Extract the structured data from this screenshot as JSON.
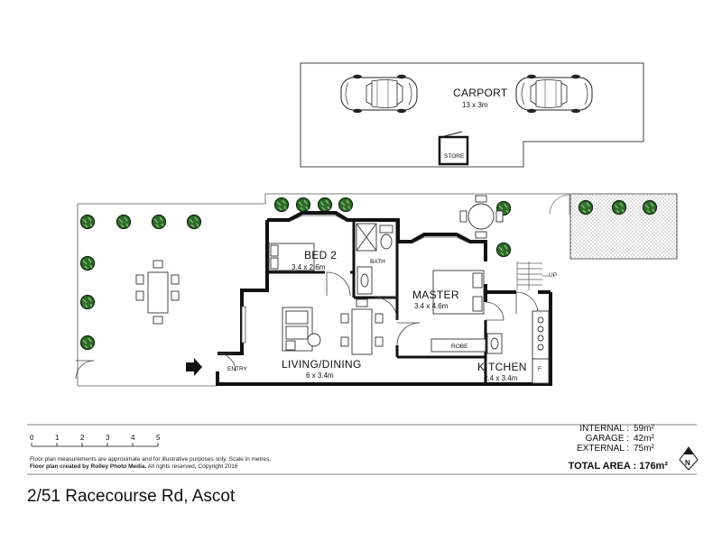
{
  "rooms": {
    "carport": {
      "name": "CARPORT",
      "dims": "13 x 3m"
    },
    "store": {
      "name": "STORE"
    },
    "bed2": {
      "name": "BED 2",
      "dims": "3.4 x 2.6m"
    },
    "bath": {
      "name": "BATH"
    },
    "master": {
      "name": "MASTER",
      "dims": "3.4 x 4.6m"
    },
    "robe": {
      "name": "ROBE"
    },
    "living": {
      "name": "LIVING/DINING",
      "dims": "6 x 3.4m"
    },
    "kitchen": {
      "name": "KITCHEN",
      "dims": "2.4 x 3.4m"
    },
    "entry": {
      "name": "ENTRY"
    },
    "up": {
      "name": "UP"
    },
    "fridge": {
      "name": "F"
    }
  },
  "scale": {
    "labels": [
      "0",
      "1",
      "2",
      "3",
      "4",
      "5"
    ]
  },
  "notes": {
    "disclaimer": "Floor plan measurements are approximate and for illustrative purposes only. Scale in metres.",
    "credit_bold": "Floor plan created by Rolley Photo Media.",
    "credit_rest": " All rights reserved, Copyright 2016"
  },
  "areas": [
    {
      "label": "INTERNAL :",
      "value": "59m²"
    },
    {
      "label": "GARAGE :",
      "value": "42m²"
    },
    {
      "label": "EXTERNAL :",
      "value": "75m²"
    }
  ],
  "total": {
    "label": "TOTAL AREA :",
    "value": "176m²"
  },
  "compass": {
    "letter": "N"
  },
  "address": "2/51 Racecourse Rd, Ascot"
}
